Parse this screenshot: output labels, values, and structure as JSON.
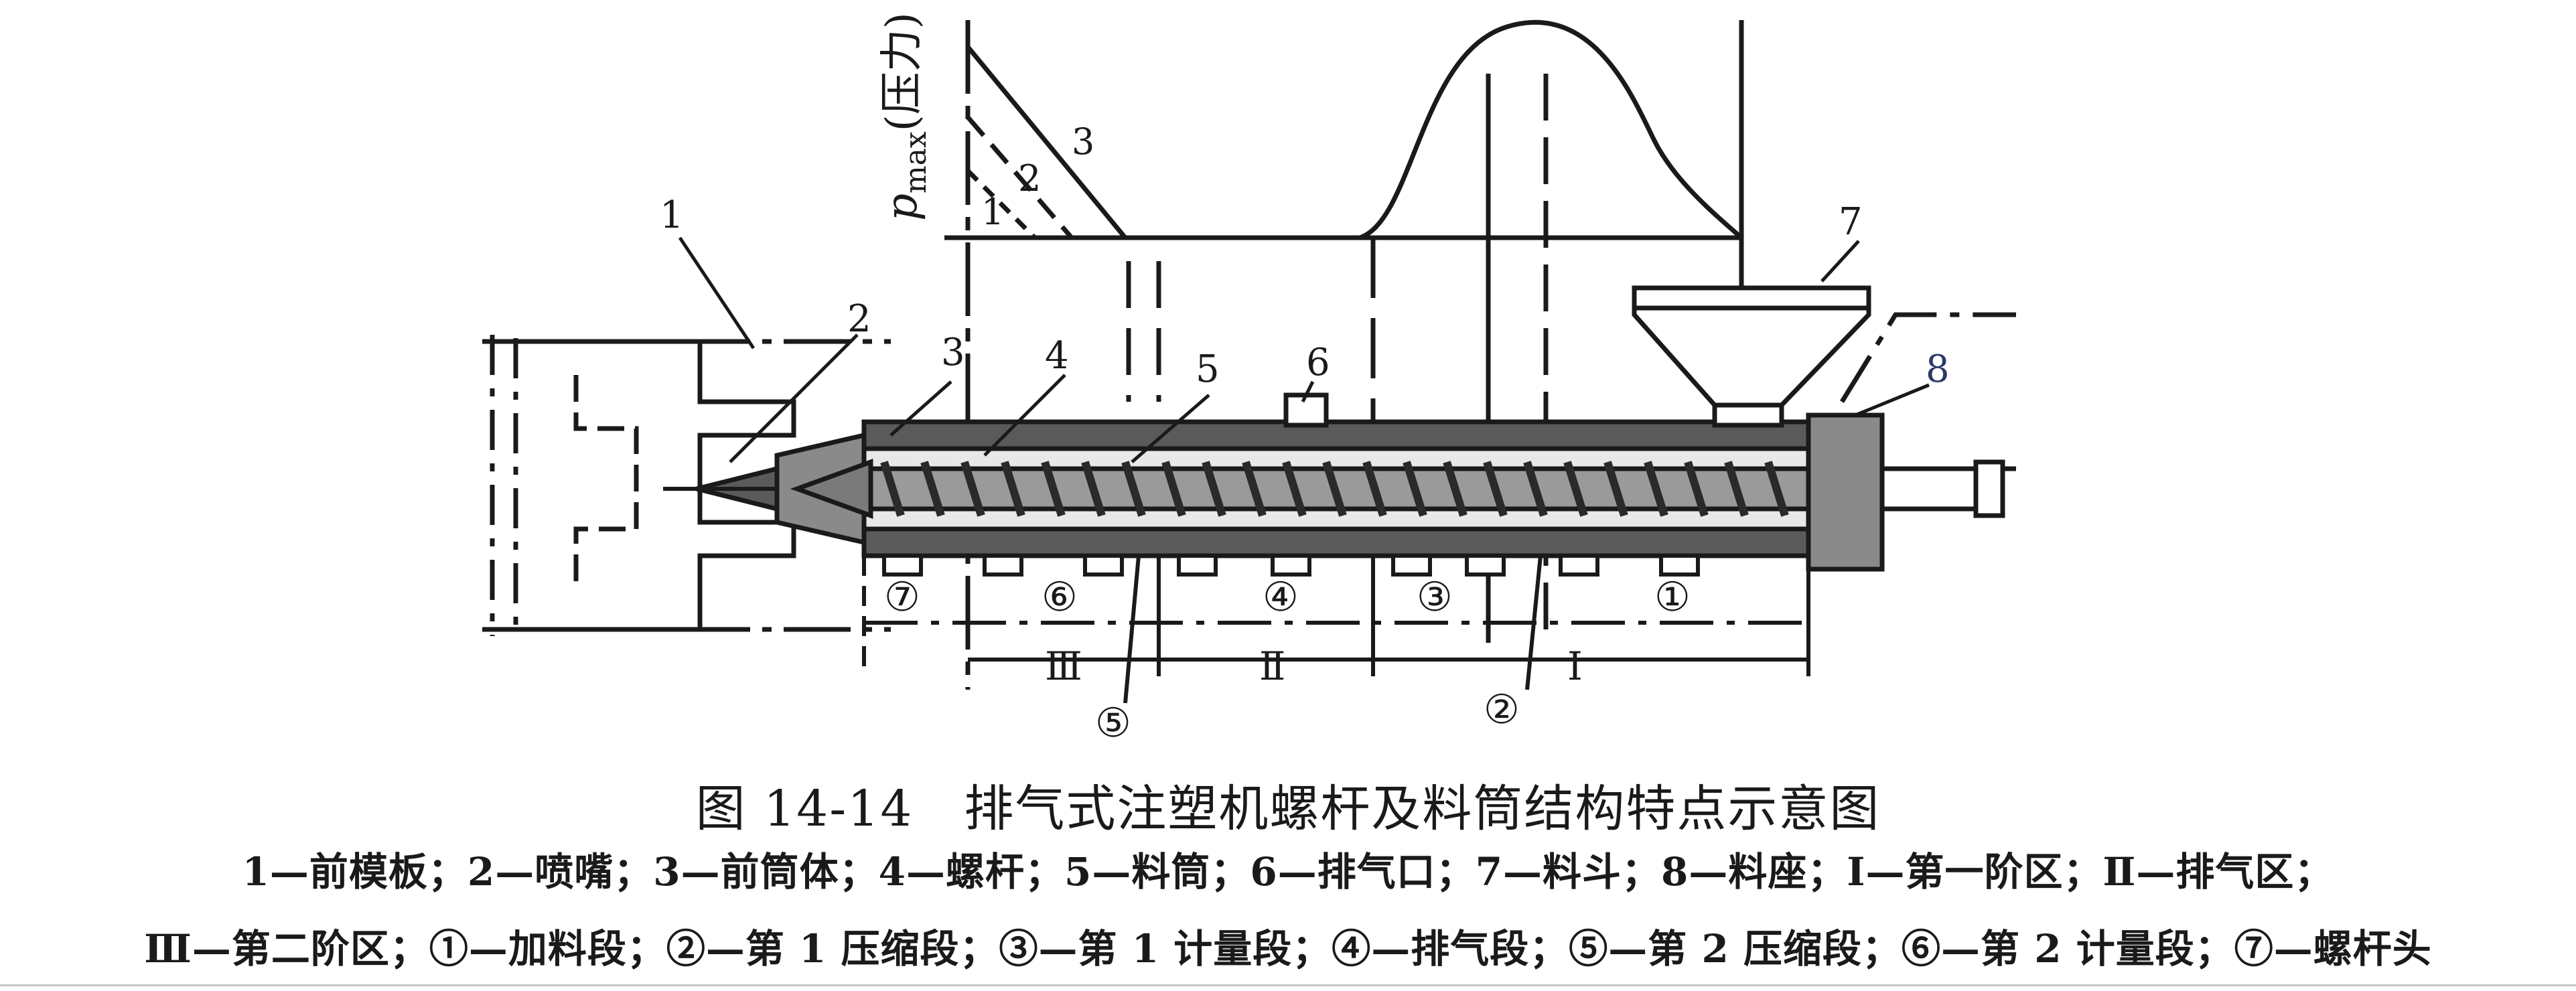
{
  "figure": {
    "caption": "图 14-14　排气式注塑机螺杆及料筒结构特点示意图",
    "legend_line1": "1—前模板；2—喷嘴；3—前筒体；4—螺杆；5—料筒；6—排气口；7—料斗；8—料座；Ⅰ—第一阶区；Ⅱ—排气区；",
    "legend_line2": "Ⅲ—第二阶区；①—加料段；②—第 1 压缩段；③—第 1 计量段；④—排气段；⑤—第 2 压缩段；⑥—第 2 计量段；⑦—螺杆头"
  },
  "pressure_axis": {
    "p": "p",
    "subscript": "max",
    "suffix": "(压力)"
  },
  "curve_labels": [
    "1",
    "2",
    "3"
  ],
  "part_labels": [
    "1",
    "2",
    "3",
    "4",
    "5",
    "6",
    "7",
    "8"
  ],
  "section_labels": [
    "①",
    "②",
    "③",
    "④",
    "⑤",
    "⑥",
    "⑦"
  ],
  "zone_labels": [
    "Ⅰ",
    "Ⅱ",
    "Ⅲ"
  ]
}
